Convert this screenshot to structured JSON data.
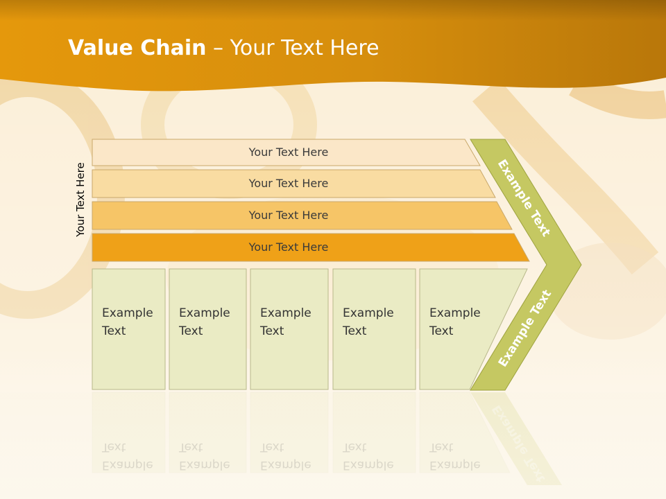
{
  "slide": {
    "title_bold": "Value Chain",
    "title_rest": " – Your Text Here",
    "side_label": "Your Text Here"
  },
  "bands": [
    {
      "label": "Your Text Here",
      "color": "#fbe7c8"
    },
    {
      "label": "Your Text Here",
      "color": "#f9dca2"
    },
    {
      "label": "Your Text Here",
      "color": "#f6c567"
    },
    {
      "label": "Your Text Here",
      "color": "#efa118"
    }
  ],
  "boxes": [
    {
      "text": "Example\nText"
    },
    {
      "text": "Example\nText"
    },
    {
      "text": "Example\nText"
    },
    {
      "text": "Example\nText"
    },
    {
      "text": "Example\nText"
    }
  ],
  "chevron": {
    "upper_text": "Example Text",
    "lower_text": "Example Text",
    "color": "#c5c862"
  },
  "colors": {
    "header": "#d98f0e",
    "box_fill": "#eaebc4",
    "box_border": "#b8b88a"
  }
}
